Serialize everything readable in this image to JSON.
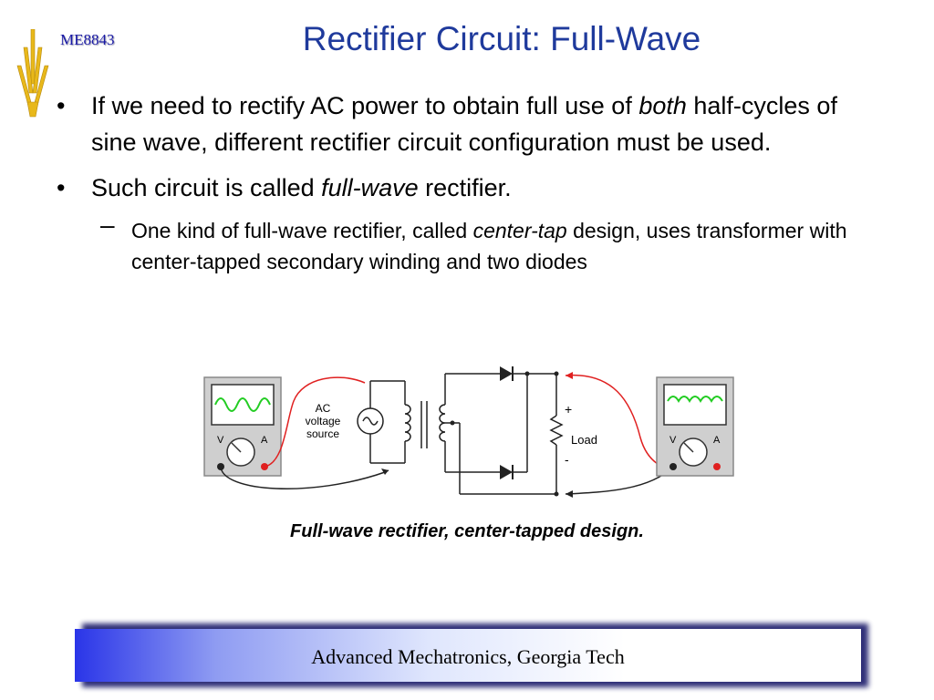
{
  "header": {
    "course_code": "ME8843",
    "title": "Rectifier Circuit: Full-Wave"
  },
  "bullets": [
    {
      "pre": "If we need to rectify AC power to obtain full use of ",
      "em": "both",
      "post": " half-cycles of sine wave,  different rectifier circuit configuration must be used."
    },
    {
      "pre": "Such circuit is called ",
      "em": "full-wave",
      "post": " rectifier."
    }
  ],
  "sub_bullet": {
    "dash": "–",
    "pre": "One kind of full-wave rectifier, called ",
    "em": "center-tap",
    "post": " design, uses transformer with center-tapped secondary winding and two diodes"
  },
  "diagram": {
    "source_label": [
      "AC",
      "voltage",
      "source"
    ],
    "load_label": "Load",
    "plus": "+",
    "minus": "-",
    "meter_v": "V",
    "meter_a": "A"
  },
  "caption": "Full-wave rectifier, center-tapped design.",
  "footer": "Advanced Mechatronics, Georgia Tech",
  "colors": {
    "title": "#1f3a9c",
    "wire_red": "#e02020",
    "trace_green": "#22cc22"
  }
}
